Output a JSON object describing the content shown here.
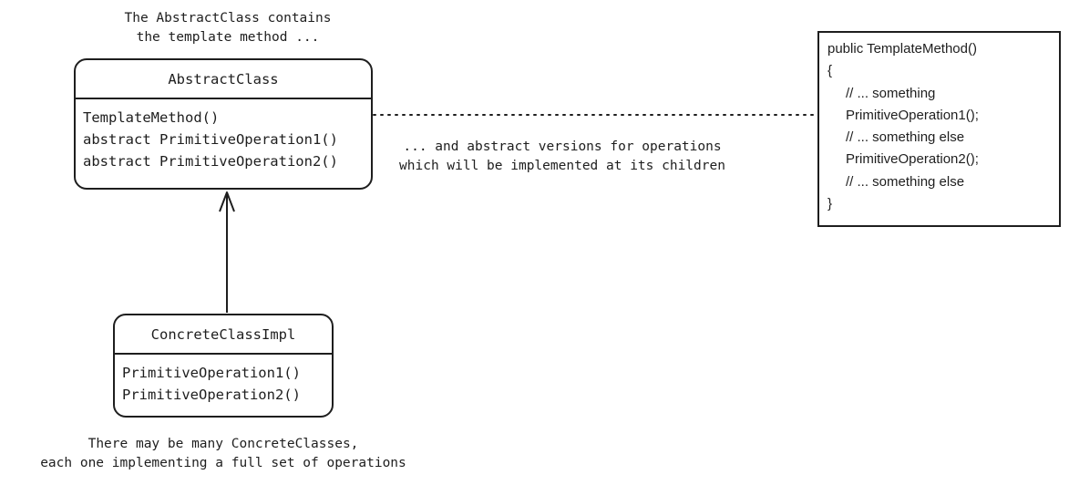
{
  "top_note": {
    "line1": "The AbstractClass contains",
    "line2": "the template method ..."
  },
  "abstract_class": {
    "title": "AbstractClass",
    "operations": [
      "TemplateMethod()",
      "abstract PrimitiveOperation1()",
      "abstract PrimitiveOperation2()"
    ]
  },
  "middle_note": {
    "line1": "... and abstract versions for operations",
    "line2": "which will be implemented at its children"
  },
  "template_code": {
    "lines": [
      "public TemplateMethod()",
      "{",
      "// ... something",
      "PrimitiveOperation1();",
      "// ... something else",
      "PrimitiveOperation2();",
      "// ... something else",
      "}"
    ]
  },
  "concrete_class": {
    "title": "ConcreteClassImpl",
    "operations": [
      "PrimitiveOperation1()",
      "PrimitiveOperation2()"
    ]
  },
  "bottom_note": {
    "line1": "There may be many ConcreteClasses,",
    "line2": "each one implementing a full set of operations"
  },
  "colors": {
    "stroke": "#1e1e1e",
    "background": "#ffffff"
  }
}
